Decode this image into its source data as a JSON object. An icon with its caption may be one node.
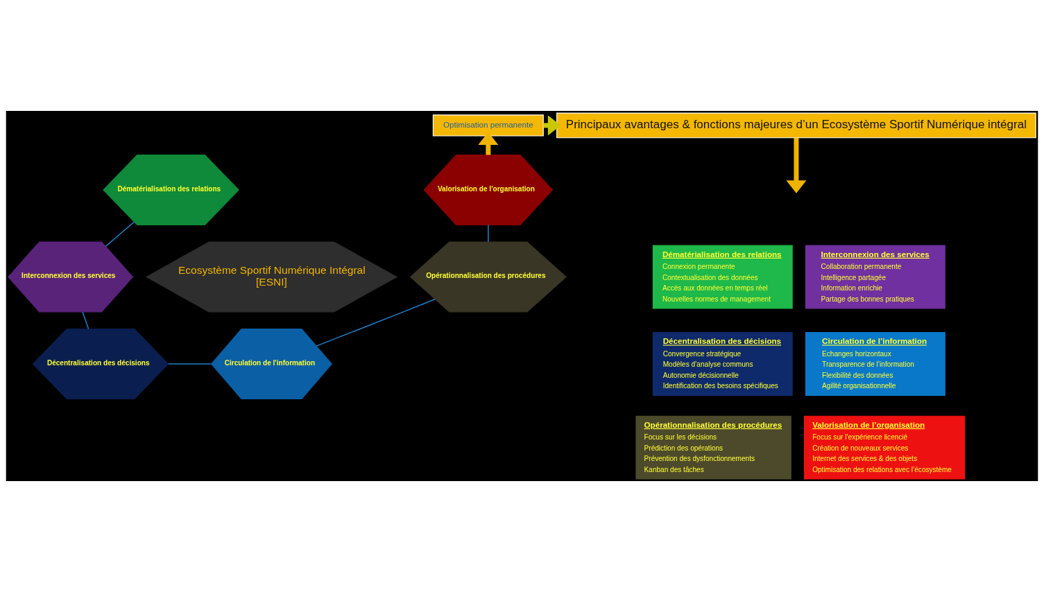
{
  "diagram": {
    "nodes": [
      {
        "text": [
          "Optimisation permanente"
        ]
      },
      {
        "text": [
          "Dématérialisation des relations"
        ]
      },
      {
        "text": [
          "Interconnexion des services"
        ]
      },
      {
        "text": [
          "Ecosystème Sportif Numérique Intégral",
          "[ESNI]"
        ]
      },
      {
        "text": [
          "Valorisation de l'organisation"
        ]
      },
      {
        "text": [
          "Décentralisation des décisions"
        ]
      },
      {
        "text": [
          "Opérationnalisation des procédures"
        ]
      },
      {
        "text": [
          "Circulation de l'information"
        ]
      },
      {
        "text": [
          "Principaux avantages & fonctions majeures d’un Ecosystème Sportif Numérique intégral"
        ]
      },
      {
        "text": [
          "Dématérialisation des relations",
          "Connexion permanente",
          "Contextualisation des données",
          "Accès aux données en temps réel",
          "Nouvelles normes de management"
        ]
      },
      {
        "text": [
          "Interconnexion des services",
          "Collaboration permanente",
          "Intelligence partagée",
          "Information enrichie",
          "Partage des bonnes pratiques"
        ]
      },
      {
        "text": [
          "Décentralisation des décisions",
          "Convergence stratégique",
          "Modèles d’analyse communs",
          "Autonomie décisionnelle",
          "Identification des besoins spécifiques"
        ]
      },
      {
        "text": [
          "Circulation de l’information",
          "Echanges horizontaux",
          "Transparence de l’information",
          "Flexibilité des données",
          "Agilité organisationnelle"
        ]
      },
      {
        "text": [
          "Opérationnalisation des procédures",
          "Focus sur les décisions",
          "Prédiction des opérations",
          "Prévention des dysfonctionnements",
          "Kanban des tâches"
        ]
      },
      {
        "text": [
          "Valorisation de l’organisation",
          "Focus sur l’expérience licencié",
          "Création de nouveaux services",
          "Internet des services & des objets",
          "Optimisation des relations avec l’écosystème"
        ]
      }
    ],
    "edges": [
      {
        "from": 4,
        "to": 0,
        "arrow": "to",
        "style": "thick",
        "color": "#f0b400"
      },
      {
        "from": 0,
        "to": 8,
        "arrow": "to",
        "style": "thick",
        "color": "#c8c800"
      },
      {
        "from": 8,
        "to": null,
        "arrow": "to",
        "style": "thick",
        "color": "#f0b400"
      },
      {
        "from": 1,
        "to": 2,
        "arrow": "none"
      },
      {
        "from": 2,
        "to": 5,
        "arrow": "none"
      },
      {
        "from": 5,
        "to": 7,
        "arrow": "none"
      },
      {
        "from": 7,
        "to": 6,
        "arrow": "none"
      },
      {
        "from": 6,
        "to": 4,
        "arrow": "none"
      }
    ]
  }
}
